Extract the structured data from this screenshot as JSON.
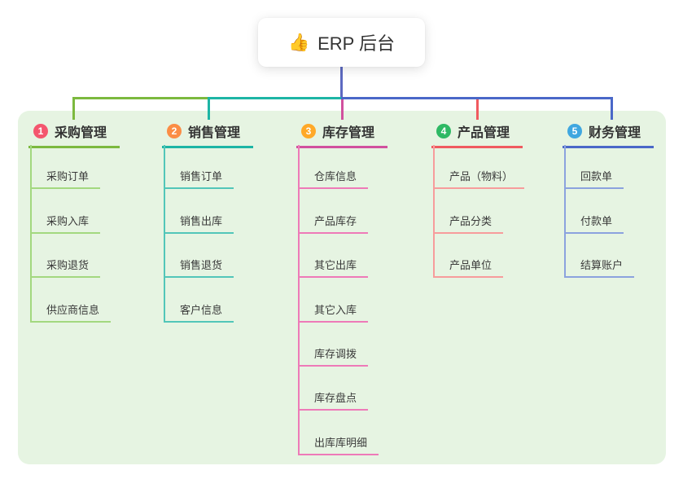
{
  "root": {
    "icon": "👍",
    "title": "ERP 后台",
    "line_color": "#5d6ac1"
  },
  "panel": {
    "bg_color": "#e6f4e2"
  },
  "branches": [
    {
      "num": "1",
      "label": "采购管理",
      "badge_color": "#f4566e",
      "line_color": "#7cb93e",
      "child_line_color": "#a3d87f",
      "children": [
        "采购订单",
        "采购入库",
        "采购退货",
        "供应商信息"
      ]
    },
    {
      "num": "2",
      "label": "销售管理",
      "badge_color": "#fb8d45",
      "line_color": "#1db5a5",
      "child_line_color": "#52c6b9",
      "children": [
        "销售订单",
        "销售出库",
        "销售退货",
        "客户信息"
      ]
    },
    {
      "num": "3",
      "label": "库存管理",
      "badge_color": "#ffa928",
      "line_color": "#d1509e",
      "child_line_color": "#ee7ab8",
      "children": [
        "仓库信息",
        "产品库存",
        "其它出库",
        "其它入库",
        "库存调拨",
        "库存盘点",
        "出库库明细"
      ]
    },
    {
      "num": "4",
      "label": "产品管理",
      "badge_color": "#2eb964",
      "line_color": "#f05a5f",
      "child_line_color": "#f79c9c",
      "children": [
        "产品（物料）",
        "产品分类",
        "产品单位"
      ]
    },
    {
      "num": "5",
      "label": "财务管理",
      "badge_color": "#3fa7e0",
      "line_color": "#4a68c8",
      "child_line_color": "#8ba2de",
      "children": [
        "回款单",
        "付款单",
        "结算账户"
      ]
    }
  ]
}
